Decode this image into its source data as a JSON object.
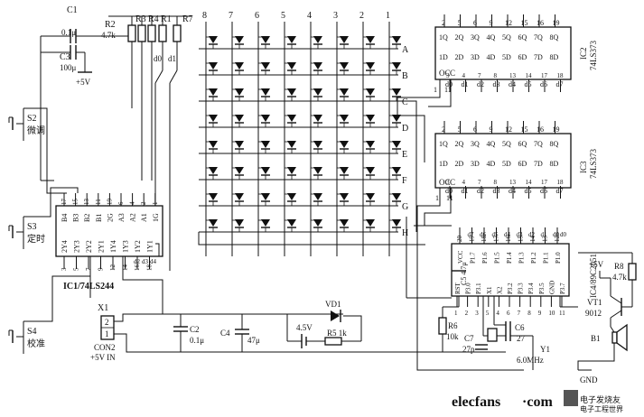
{
  "components": {
    "c1": {
      "name": "C1",
      "value": "0.1μ"
    },
    "c3": {
      "name": "C3",
      "value": "100μ"
    },
    "r2": {
      "name": "R2",
      "value": "4.7k"
    },
    "r3": "R3",
    "r4": "R4",
    "r1": "R1",
    "r7": "R7",
    "c2": {
      "name": "C2",
      "value": "0.1μ"
    },
    "c4": {
      "name": "C4",
      "value": "47μ"
    },
    "c5": "C5 4.7μ",
    "c6": {
      "name": "C6",
      "value": "27"
    },
    "c7": {
      "name": "C7",
      "value": "27p"
    },
    "r5": "R5 1k",
    "r6": {
      "name": "R6",
      "value": "10k"
    },
    "r8": {
      "name": "R8",
      "value": "4.7k"
    },
    "vd1": "VD1",
    "bat": "4.5V",
    "vt1": {
      "name": "VT1",
      "value": "9012"
    },
    "b1": "B1",
    "y1": "Y1",
    "xtal": "6.0MHz",
    "x1": "X1",
    "con2": {
      "name": "CON2",
      "desc": "+5V IN"
    },
    "gnd": "GND",
    "vcc": "+5V",
    "d0": "d0",
    "d1": "d1"
  },
  "switches": [
    {
      "name": "S2",
      "label": "微调"
    },
    {
      "name": "S3",
      "label": "定时"
    },
    {
      "name": "S4",
      "label": "校准"
    }
  ],
  "matrix": {
    "columns": [
      "8",
      "7",
      "6",
      "5",
      "4",
      "3",
      "2",
      "1"
    ],
    "rows": [
      "A",
      "B",
      "C",
      "D",
      "E",
      "F",
      "G",
      "H"
    ]
  },
  "ic2": {
    "label": "IC2",
    "part": "74LS373",
    "top_pins": [
      "2",
      "5",
      "6",
      "9",
      "12",
      "15",
      "16",
      "19"
    ],
    "q": [
      "1Q",
      "2Q",
      "3Q",
      "4Q",
      "5Q",
      "6Q",
      "7Q",
      "8Q"
    ],
    "d": [
      "1D",
      "2D",
      "3D",
      "4D",
      "5D",
      "6D",
      "7D",
      "8D"
    ],
    "bottom_pins": [
      "3",
      "4",
      "7",
      "8",
      "13",
      "14",
      "17",
      "18"
    ],
    "bus": [
      "d0",
      "d1",
      "d2",
      "d3",
      "d4",
      "d5",
      "d6",
      "d7"
    ],
    "oc": "OC",
    "c": "C",
    "oc_pin": "1",
    "c_pin": "11"
  },
  "ic3": {
    "label": "IC3",
    "part": "74LS373",
    "top_pins": [
      "2",
      "5",
      "6",
      "9",
      "12",
      "15",
      "16",
      "19"
    ],
    "q": [
      "1Q",
      "2Q",
      "3Q",
      "4Q",
      "5Q",
      "6Q",
      "7Q",
      "8Q"
    ],
    "d": [
      "1D",
      "2D",
      "3D",
      "4D",
      "5D",
      "6D",
      "7D",
      "8D"
    ],
    "bottom_pins": [
      "3",
      "4",
      "7",
      "8",
      "13",
      "14",
      "17",
      "18"
    ],
    "bus": [
      "d0",
      "d1",
      "d2",
      "d3",
      "d4",
      "d5",
      "d6",
      "d7"
    ],
    "oc": "OC",
    "c": "C",
    "oc_pin": "1",
    "c_pin": "11"
  },
  "ic1": {
    "label": "IC1/74LS244",
    "top_pins": [
      "17",
      "15",
      "13",
      "11",
      "19",
      "6",
      "4",
      "2",
      "1"
    ],
    "top_names": [
      "B4",
      "B3",
      "B2",
      "B1",
      "2G",
      "A3",
      "A2",
      "A1",
      "1G"
    ],
    "bottom_names": [
      "2Y4",
      "2Y3",
      "2Y2",
      "2Y1",
      "1Y4",
      "1Y3",
      "1Y2",
      "1Y1"
    ],
    "bottom_pins": [
      "3",
      "5",
      "7",
      "9",
      "12",
      "14",
      "16",
      "18"
    ],
    "bus": [
      "d2",
      "d3",
      "d4"
    ]
  },
  "ic4": {
    "label": "IC4/89C2051",
    "top_pins": [
      "20",
      "19",
      "18",
      "17",
      "16",
      "15",
      "14",
      "13",
      "12"
    ],
    "top_names": [
      "VCC",
      "P1.7",
      "P1.6",
      "P1.5",
      "P1.4",
      "P1.3",
      "P1.2",
      "P1.1",
      "P1.0"
    ],
    "bus": [
      "d7",
      "d6",
      "d5",
      "d4",
      "d3",
      "d2",
      "d1",
      "d0"
    ],
    "bottom_names": [
      "RST",
      "P3.0",
      "P3.1",
      "X1",
      "X2",
      "P3.2",
      "P3.3",
      "P3.4",
      "P3.5",
      "GND",
      "P3.7"
    ],
    "bottom_pins": [
      "1",
      "2",
      "3",
      "5",
      "4",
      "6",
      "7",
      "8",
      "9",
      "10",
      "11"
    ]
  },
  "watermark": {
    "brand": "elecfans",
    "suffix": "·com",
    "cn": "电子发烧友",
    "cn2": "电子工程世界"
  }
}
